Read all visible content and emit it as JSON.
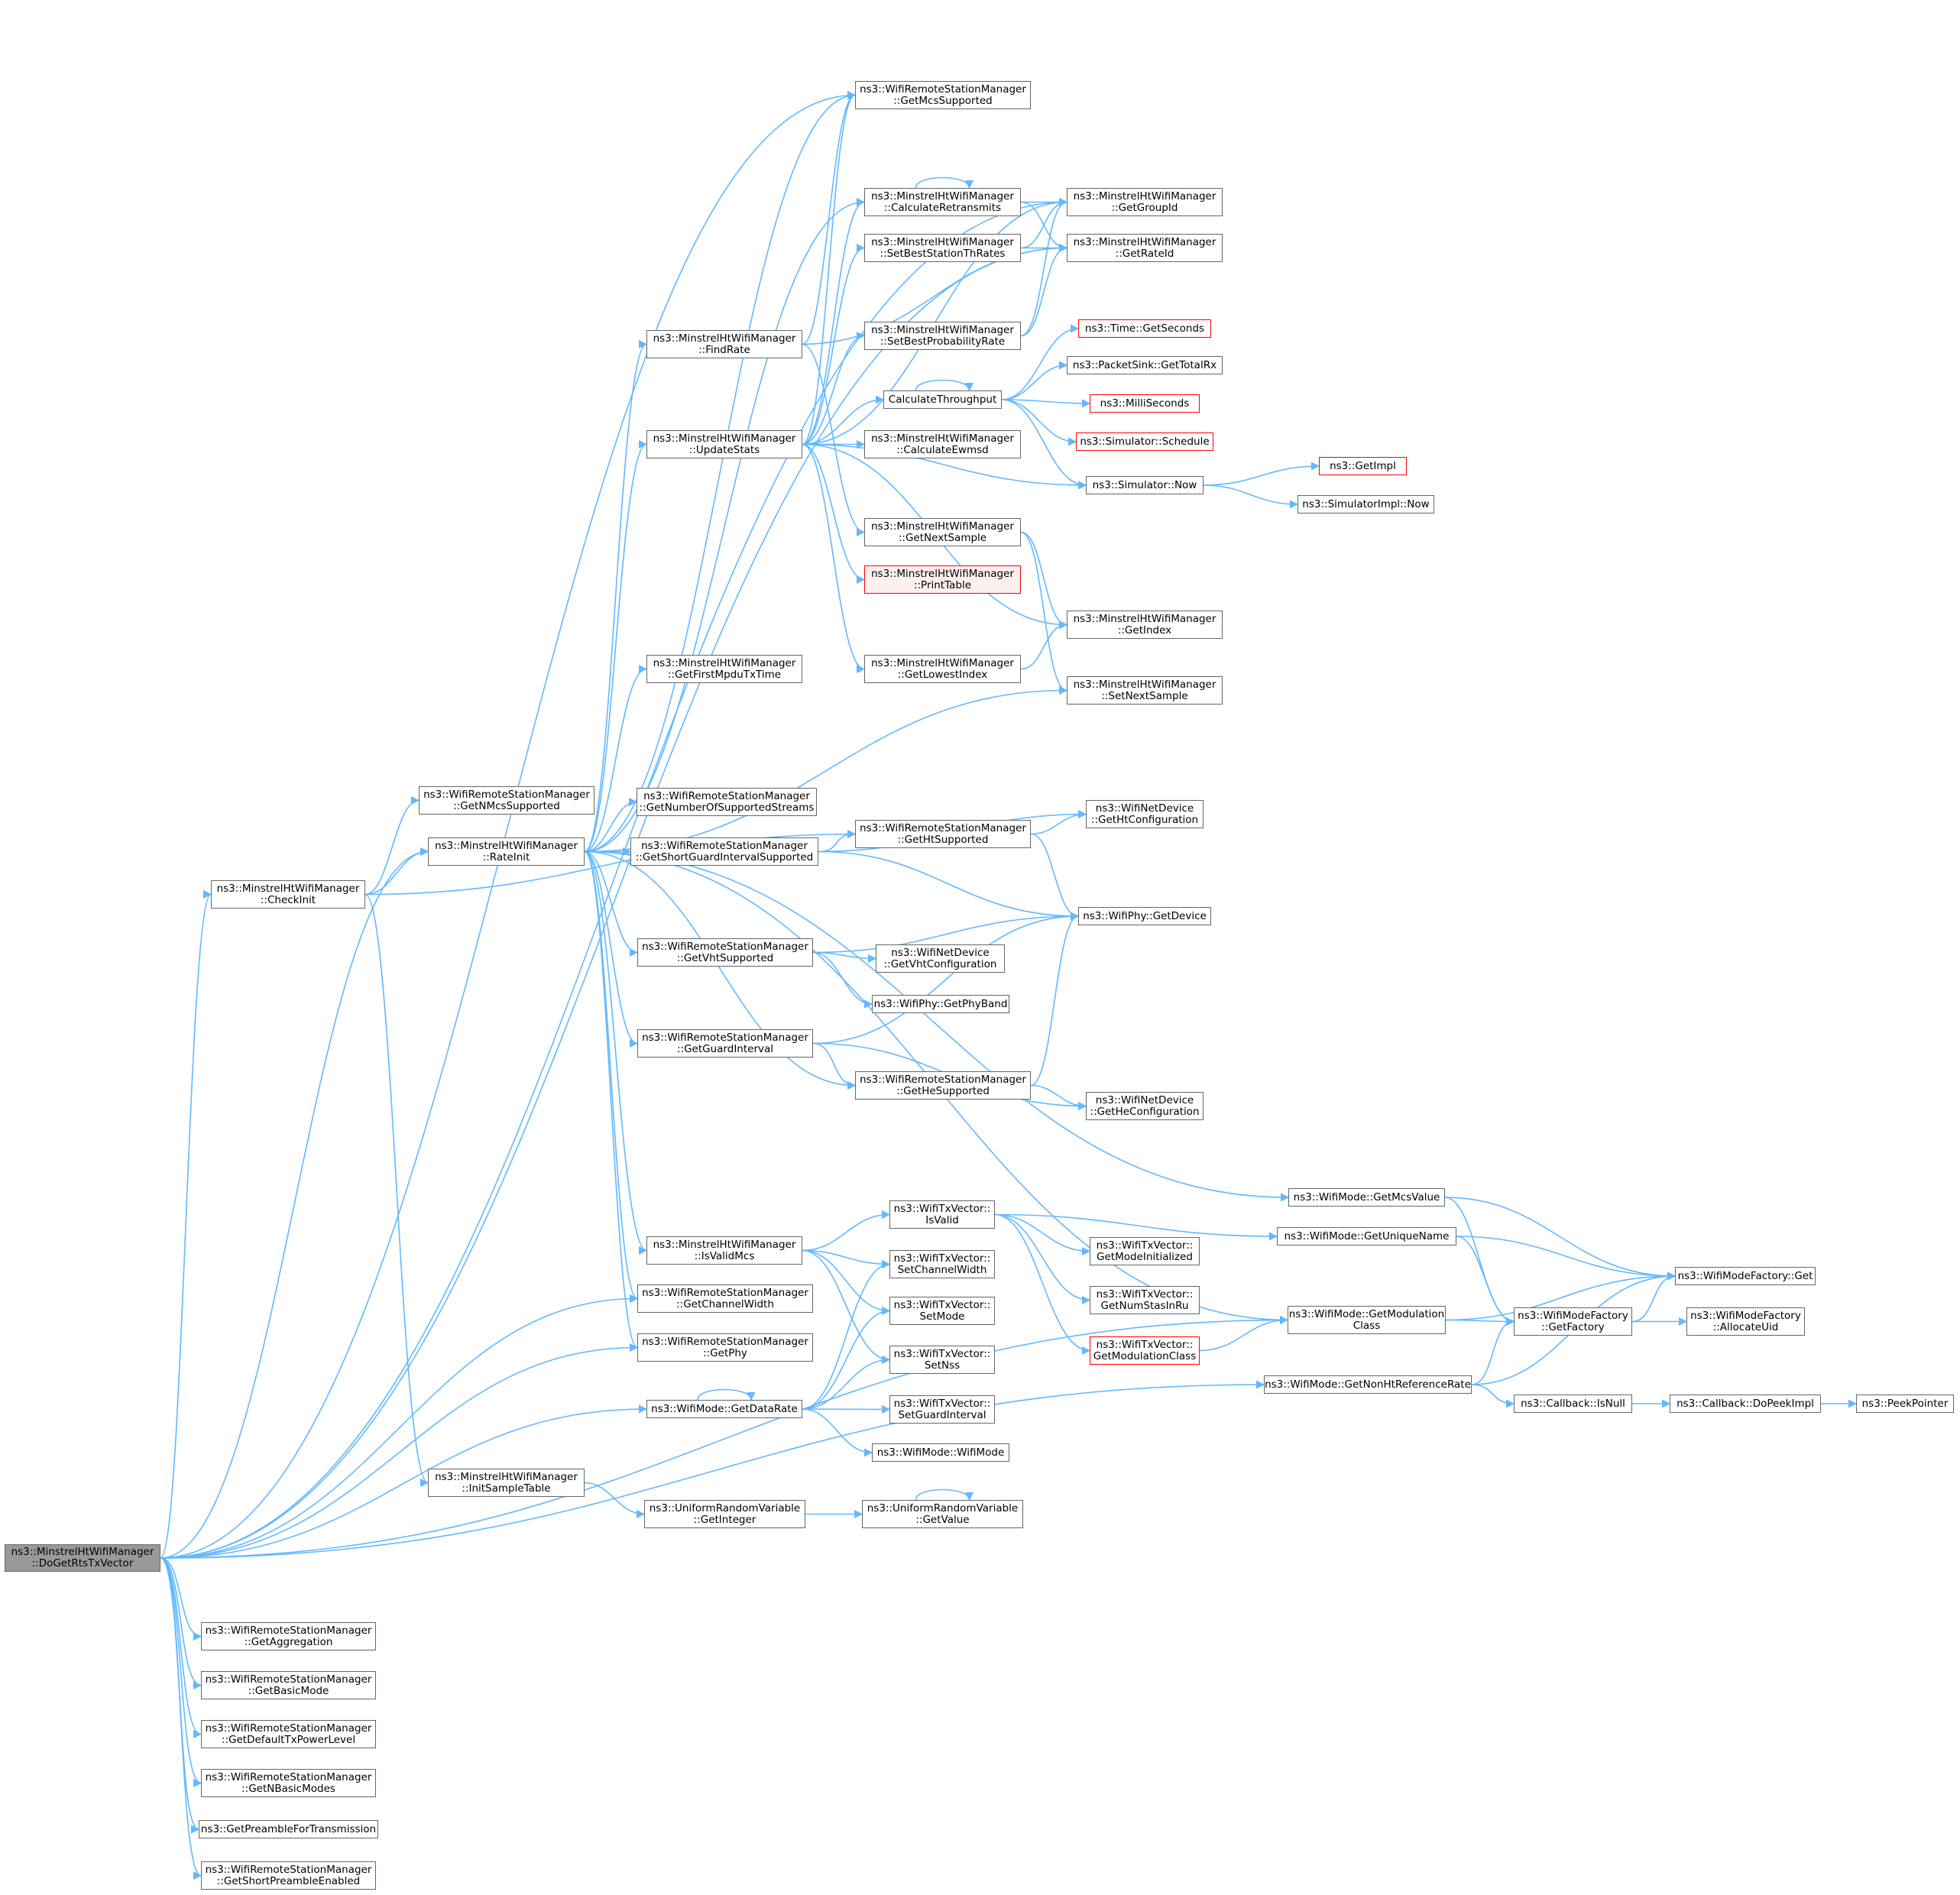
{
  "colors": {
    "edge": "#63b8ff",
    "node_border": "#666666",
    "root_fill": "#999999",
    "truncated_border": "#ff0000",
    "truncated_fill": "#fff0f0"
  },
  "nodes": {
    "root": "ns3::MinstrelHtWifiManager\n::DoGetRtsTxVector",
    "check_init": "ns3::MinstrelHtWifiManager\n::CheckInit",
    "get_nmcs_supported": "ns3::WifiRemoteStationManager\n::GetNMcsSupported",
    "rate_init": "ns3::MinstrelHtWifiManager\n::RateInit",
    "init_sample_table": "ns3::MinstrelHtWifiManager\n::InitSampleTable",
    "get_mcs_supported": "ns3::WifiRemoteStationManager\n::GetMcsSupported",
    "calculate_retransmits": "ns3::MinstrelHtWifiManager\n::CalculateRetransmits",
    "set_best_station_th_rates": "ns3::MinstrelHtWifiManager\n::SetBestStationThRates",
    "set_best_probability_rate": "ns3::MinstrelHtWifiManager\n::SetBestProbabilityRate",
    "get_group_id": "ns3::MinstrelHtWifiManager\n::GetGroupId",
    "get_rate_id": "ns3::MinstrelHtWifiManager\n::GetRateId",
    "find_rate": "ns3::MinstrelHtWifiManager\n::FindRate",
    "update_stats": "ns3::MinstrelHtWifiManager\n::UpdateStats",
    "time_get_seconds": "ns3::Time::GetSeconds",
    "packetsink_get_total_rx": "ns3::PacketSink::GetTotalRx",
    "calculate_throughput": "CalculateThroughput",
    "milliseconds": "ns3::MilliSeconds",
    "simulator_schedule": "ns3::Simulator::Schedule",
    "calculate_ewmsd": "ns3::MinstrelHtWifiManager\n::CalculateEwmsd",
    "simulator_now": "ns3::Simulator::Now",
    "get_impl": "ns3::GetImpl",
    "simulator_impl_now": "ns3::SimulatorImpl::Now",
    "get_next_sample": "ns3::MinstrelHtWifiManager\n::GetNextSample",
    "print_table": "ns3::MinstrelHtWifiManager\n::PrintTable",
    "get_index": "ns3::MinstrelHtWifiManager\n::GetIndex",
    "get_first_mpdu_tx_time": "ns3::MinstrelHtWifiManager\n::GetFirstMpduTxTime",
    "get_lowest_index": "ns3::MinstrelHtWifiManager\n::GetLowestIndex",
    "set_next_sample": "ns3::MinstrelHtWifiManager\n::SetNextSample",
    "get_number_of_supported_streams": "ns3::WifiRemoteStationManager\n::GetNumberOfSupportedStreams",
    "get_short_guard_interval_supported": "ns3::WifiRemoteStationManager\n::GetShortGuardIntervalSupported",
    "get_ht_supported": "ns3::WifiRemoteStationManager\n::GetHtSupported",
    "get_ht_configuration": "ns3::WifiNetDevice\n::GetHtConfiguration",
    "wifiphy_get_device": "ns3::WifiPhy::GetDevice",
    "get_vht_supported": "ns3::WifiRemoteStationManager\n::GetVhtSupported",
    "get_vht_configuration": "ns3::WifiNetDevice\n::GetVhtConfiguration",
    "get_phy_band": "ns3::WifiPhy::GetPhyBand",
    "get_guard_interval": "ns3::WifiRemoteStationManager\n::GetGuardInterval",
    "get_he_supported": "ns3::WifiRemoteStationManager\n::GetHeSupported",
    "get_he_configuration": "ns3::WifiNetDevice\n::GetHeConfiguration",
    "get_mcs_value": "ns3::WifiMode::GetMcsValue",
    "txvector_is_valid": "ns3::WifiTxVector::\nIsValid",
    "is_valid_mcs": "ns3::MinstrelHtWifiManager\n::IsValidMcs",
    "set_channel_width": "ns3::WifiTxVector::\nSetChannelWidth",
    "get_channel_width": "ns3::WifiRemoteStationManager\n::GetChannelWidth",
    "set_mode": "ns3::WifiTxVector::\nSetMode",
    "get_phy": "ns3::WifiRemoteStationManager\n::GetPhy",
    "set_nss": "ns3::WifiTxVector::\nSetNss",
    "get_data_rate": "ns3::WifiMode::GetDataRate",
    "set_guard_interval": "ns3::WifiTxVector::\nSetGuardInterval",
    "wifi_mode_ctor": "ns3::WifiMode::WifiMode",
    "get_mode_initialized": "ns3::WifiTxVector::\nGetModeInitialized",
    "get_num_stas_in_ru": "ns3::WifiTxVector::\nGetNumStasInRu",
    "get_modulation_class_tx": "ns3::WifiTxVector::\nGetModulationClass",
    "get_unique_name": "ns3::WifiMode::GetUniqueName",
    "get_modulation_class": "ns3::WifiMode::GetModulation\nClass",
    "get_non_ht_reference_rate": "ns3::WifiMode::GetNonHtReferenceRate",
    "wifi_mode_factory_get": "ns3::WifiModeFactory::Get",
    "wifi_mode_factory_get_factory": "ns3::WifiModeFactory\n::GetFactory",
    "allocate_uid": "ns3::WifiModeFactory\n::AllocateUid",
    "callback_is_null": "ns3::Callback::IsNull",
    "callback_do_peek_impl": "ns3::Callback::DoPeekImpl",
    "peek_pointer": "ns3::PeekPointer",
    "urv_get_integer": "ns3::UniformRandomVariable\n::GetInteger",
    "urv_get_value": "ns3::UniformRandomVariable\n::GetValue",
    "get_aggregation": "ns3::WifiRemoteStationManager\n::GetAggregation",
    "get_basic_mode": "ns3::WifiRemoteStationManager\n::GetBasicMode",
    "get_default_tx_power_level": "ns3::WifiRemoteStationManager\n::GetDefaultTxPowerLevel",
    "get_n_basic_modes": "ns3::WifiRemoteStationManager\n::GetNBasicModes",
    "get_preamble_for_transmission": "ns3::GetPreambleForTransmission",
    "get_short_preamble_enabled": "ns3::WifiRemoteStationManager\n::GetShortPreambleEnabled"
  }
}
